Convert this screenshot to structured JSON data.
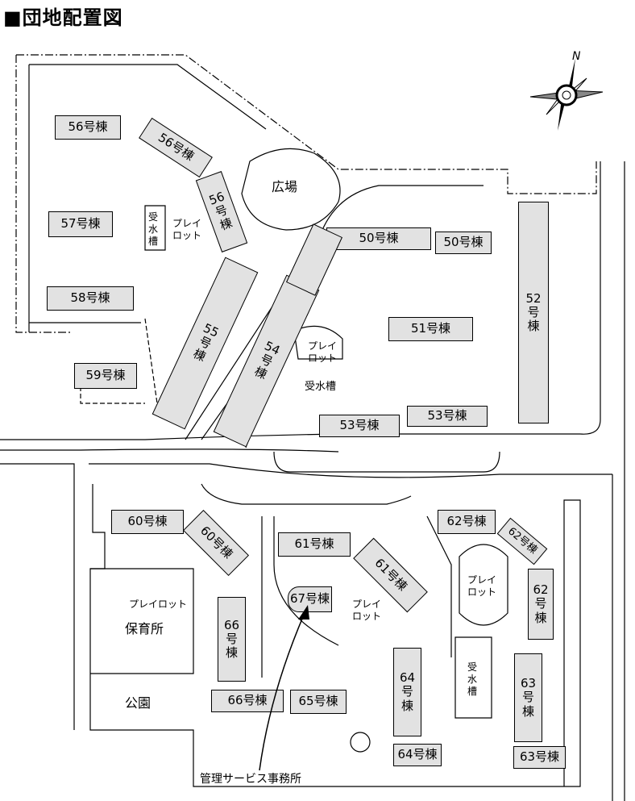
{
  "title": "■団地配置図",
  "compass": {
    "north_label": "N"
  },
  "buildings": [
    {
      "id": "b56a",
      "label": "56号棟"
    },
    {
      "id": "b56b",
      "label": "56号棟"
    },
    {
      "id": "b56c",
      "label": "56号棟"
    },
    {
      "id": "b57",
      "label": "57号棟"
    },
    {
      "id": "b58",
      "label": "58号棟"
    },
    {
      "id": "b59",
      "label": "59号棟"
    },
    {
      "id": "b55",
      "label": "55号棟"
    },
    {
      "id": "b54",
      "label": "54号棟"
    },
    {
      "id": "b50a",
      "label": "50号棟"
    },
    {
      "id": "b50b",
      "label": "50号棟"
    },
    {
      "id": "b52",
      "label": "52号棟"
    },
    {
      "id": "b51",
      "label": "51号棟"
    },
    {
      "id": "b53a",
      "label": "53号棟"
    },
    {
      "id": "b53b",
      "label": "53号棟"
    },
    {
      "id": "b60a",
      "label": "60号棟"
    },
    {
      "id": "b60b",
      "label": "60号棟"
    },
    {
      "id": "b61a",
      "label": "61号棟"
    },
    {
      "id": "b61b",
      "label": "61号棟"
    },
    {
      "id": "b62a",
      "label": "62号棟"
    },
    {
      "id": "b62b",
      "label": "62号棟"
    },
    {
      "id": "b62c",
      "label": "62号棟"
    },
    {
      "id": "b67",
      "label": "67号棟"
    },
    {
      "id": "b66a",
      "label": "66号棟"
    },
    {
      "id": "b66b",
      "label": "66号棟"
    },
    {
      "id": "b65",
      "label": "65号棟"
    },
    {
      "id": "b64a",
      "label": "64号棟"
    },
    {
      "id": "b64b",
      "label": "64号棟"
    },
    {
      "id": "b63a",
      "label": "63号棟"
    },
    {
      "id": "b63b",
      "label": "63号棟"
    }
  ],
  "facilities": {
    "plaza": "広場",
    "water_tank_1": "受水槽",
    "water_tank_2": "受水槽",
    "water_tank_3": "受水槽",
    "playlot_1": "プレイロット",
    "playlot_2": "プレイロット",
    "playlot_3": "プレイロット",
    "playlot_4": "プレイロット",
    "playlot_5": "プレイロット",
    "nursery": "保育所",
    "park": "公園",
    "office": "管理サービス事務所"
  }
}
